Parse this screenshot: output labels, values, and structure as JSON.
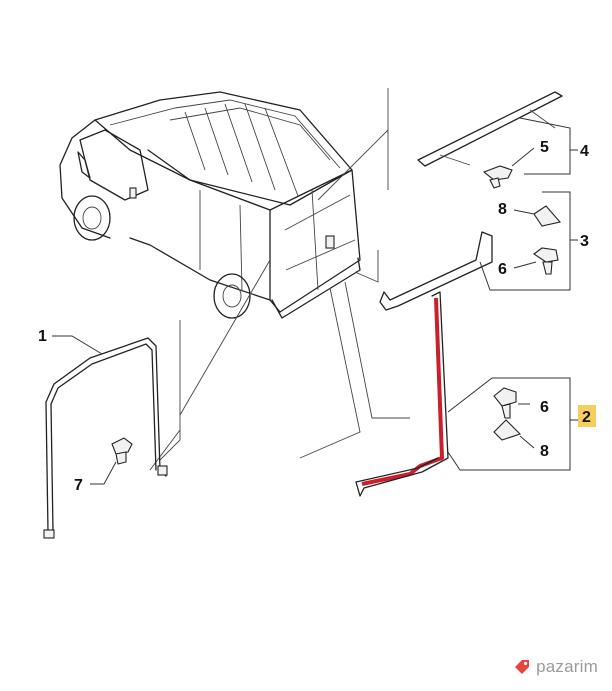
{
  "callouts": {
    "c1": "1",
    "c2": "2",
    "c3": "3",
    "c4": "4",
    "c5": "5",
    "c6a": "6",
    "c6b": "6",
    "c7": "7",
    "c8a": "8",
    "c8b": "8"
  },
  "colors": {
    "highlight_part": "#cc1f2e",
    "highlight_box": "#f5c542",
    "line": "#222222",
    "watermark": "#e8453c"
  },
  "watermark": {
    "brand": "pazarim"
  }
}
